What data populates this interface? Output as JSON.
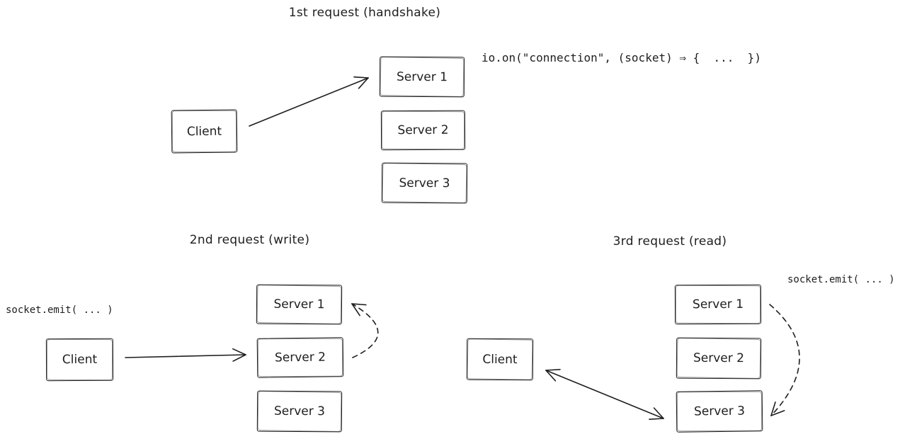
{
  "colors": {
    "stroke": "#1e1e1e",
    "background": "#ffffff"
  },
  "sections": [
    {
      "id": "handshake",
      "title": "1st request (handshake)",
      "code": "io.on(\"connection\", (socket) ⇒ {  ...  })",
      "client_label": "Client",
      "servers": [
        "Server 1",
        "Server 2",
        "Server 3"
      ]
    },
    {
      "id": "write",
      "title": "2nd request (write)",
      "code": "socket.emit( ... )",
      "client_label": "Client",
      "servers": [
        "Server 1",
        "Server 2",
        "Server 3"
      ]
    },
    {
      "id": "read",
      "title": "3rd request (read)",
      "code": "socket.emit( ... )",
      "client_label": "Client",
      "servers": [
        "Server 1",
        "Server 2",
        "Server 3"
      ]
    }
  ]
}
